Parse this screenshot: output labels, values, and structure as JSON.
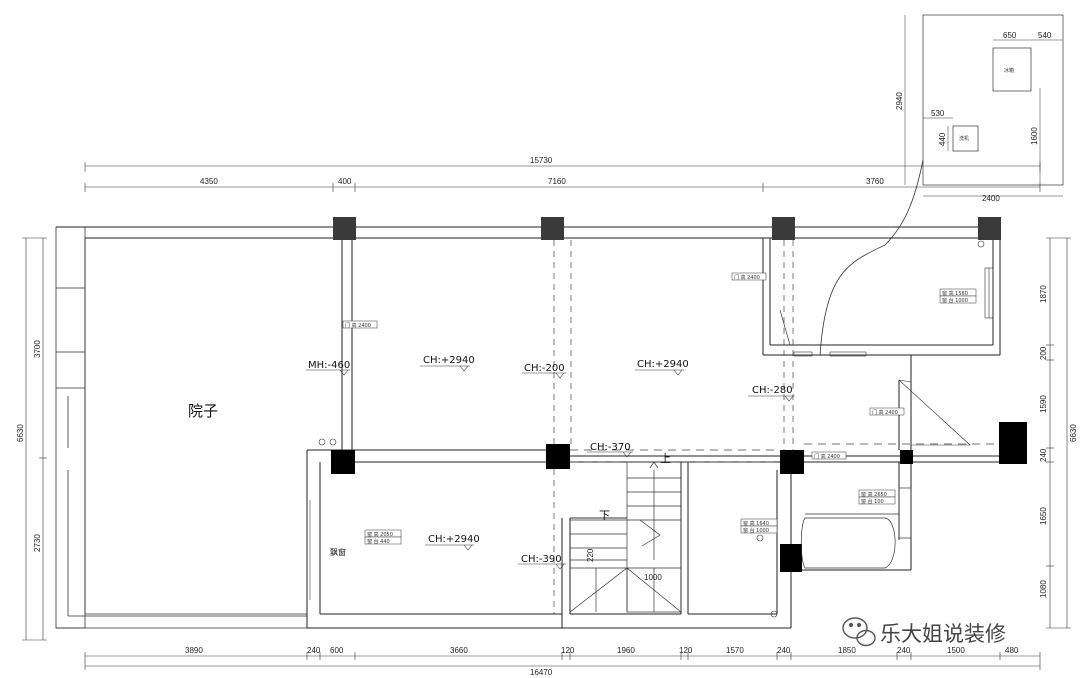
{
  "top_dims": {
    "total": "15730",
    "segments": [
      "4350",
      "400",
      "7160",
      "3760"
    ]
  },
  "bottom_dims": {
    "total": "16470",
    "segments": [
      "3890",
      "240",
      "600",
      "3660",
      "120",
      "1960",
      "120",
      "1570",
      "240",
      "1850",
      "240",
      "1500",
      "480"
    ]
  },
  "left_dims": {
    "total": "6630",
    "segments": [
      "3700",
      "2730"
    ]
  },
  "right_dims": {
    "total": "6630",
    "segments": [
      "1870",
      "200",
      "1590",
      "240",
      "1650",
      "1080"
    ]
  },
  "inset": {
    "top_a": "650",
    "top_b": "540",
    "height": "2940",
    "h2": "1600",
    "w1": "530",
    "h3": "440",
    "bottom": "2400",
    "box1_label": "冰箱",
    "box2_label": "洗机"
  },
  "rooms": {
    "yard": "院子",
    "bay_window": "飘窗"
  },
  "annotations": {
    "mh": "MH:-460",
    "ch_living_left": "CH:+2940",
    "ch_beam": "CH:-200",
    "ch_living_right": "CH:+2940",
    "ch_kitchen": "CH:-280",
    "ch_stair_beam": "CH:-370",
    "ch_bedroom": "CH:+2940",
    "ch_stair_low": "CH:-390",
    "stair_up": "上",
    "stair_down": "下",
    "stair_width": "1000",
    "stair_h": "220"
  },
  "tags": {
    "door_left": "门 高  2400",
    "door_kitchen": "门 高  2400",
    "door_mid": "门 高  2400",
    "door_lower": "门 高  2400",
    "win_top_a": "窗 高  1560",
    "win_top_b": "窗 台  1000",
    "win_bed_a": "窗 高  2050",
    "win_bed_b": "窗 台  440",
    "win_bath_a": "窗 高  2650",
    "win_bath_b": "窗 台  100",
    "win_small_a": "窗 高  1640",
    "win_small_b": "窗 台  1000"
  },
  "watermark": "乐大姐说装修"
}
